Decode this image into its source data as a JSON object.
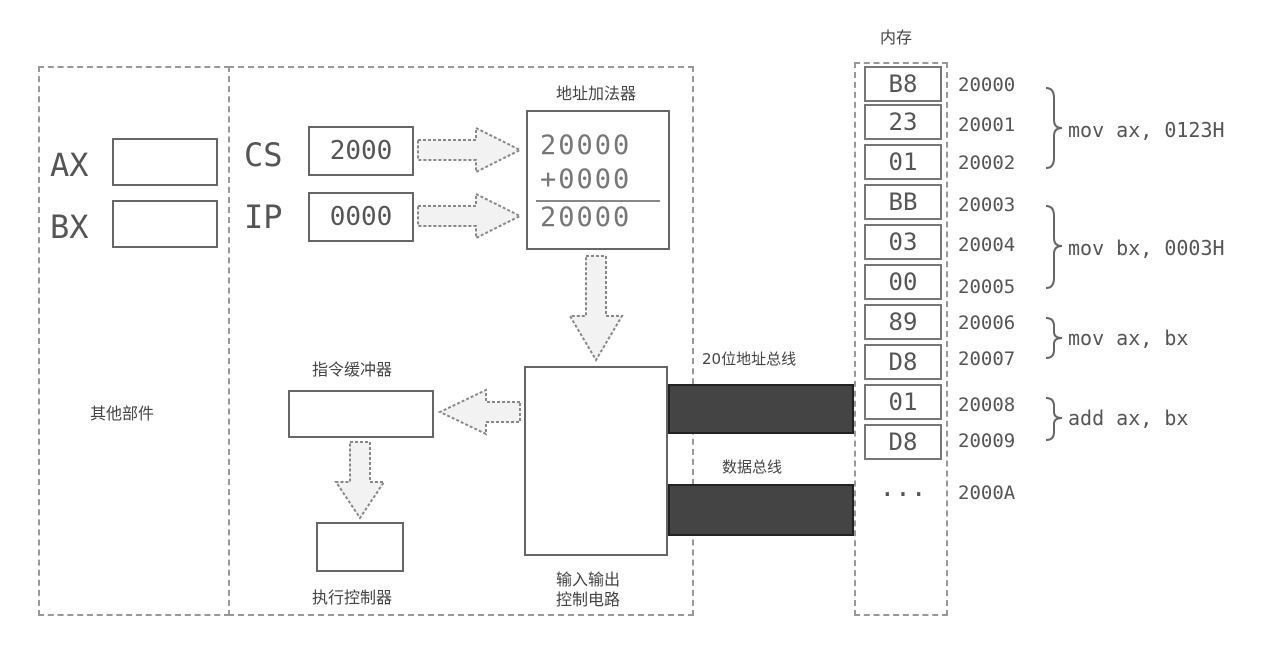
{
  "memory_title": "内存",
  "other_parts": "其他部件",
  "registers": {
    "ax_label": "AX",
    "bx_label": "BX",
    "cs_label": "CS",
    "ip_label": "IP",
    "cs_value": "2000",
    "ip_value": "0000"
  },
  "adder": {
    "title": "地址加法器",
    "line1": "20000",
    "line2": "+0000",
    "result": "20000"
  },
  "instruction_buffer": "指令缓冲器",
  "exec_controller": "执行控制器",
  "io_circuit": {
    "line1": "输入输出",
    "line2": "控制电路"
  },
  "address_bus_label": "20位地址总线",
  "data_bus_label": "数据总线",
  "memory": {
    "cells": [
      "B8",
      "23",
      "01",
      "BB",
      "03",
      "00",
      "89",
      "D8",
      "01",
      "D8",
      "..."
    ],
    "addresses": [
      "20000",
      "20001",
      "20002",
      "20003",
      "20004",
      "20005",
      "20006",
      "20007",
      "20008",
      "20009",
      "2000A"
    ]
  },
  "instructions": [
    "mov ax, 0123H",
    "mov bx, 0003H",
    "mov ax, bx",
    "add ax, bx"
  ]
}
